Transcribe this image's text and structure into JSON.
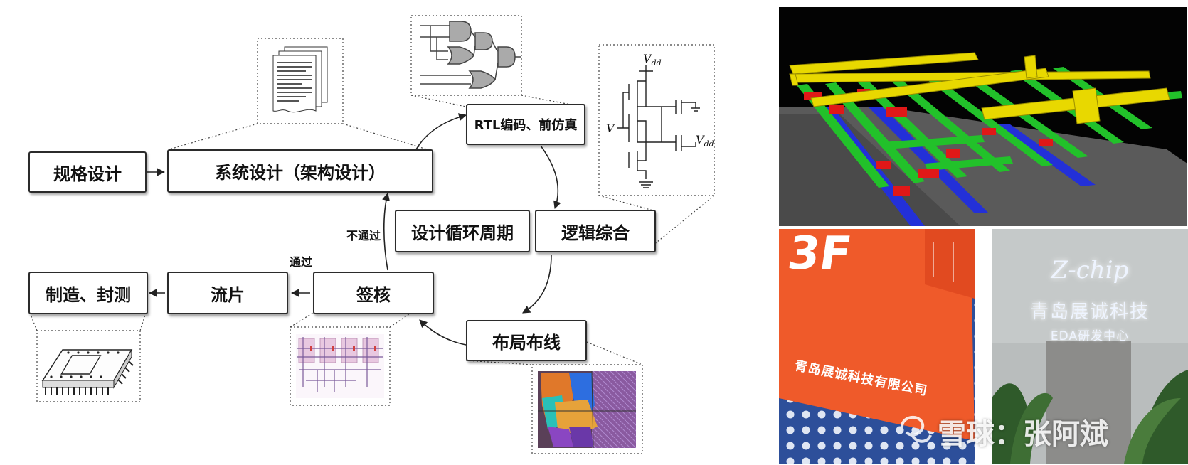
{
  "flow": {
    "spec": "规格设计",
    "system": "系统设计（架构设计）",
    "rtl": "RTL编码、前仿真",
    "cycle": "设计循环周期",
    "synthesis": "逻辑综合",
    "signoff": "签核",
    "tapeout": "流片",
    "manufacture": "制造、封测",
    "layout": "布局布线",
    "fail_label": "不通过",
    "pass_label": "通过"
  },
  "schematic": {
    "vdd_top": "V",
    "vdd_top_sub": "dd",
    "vdd_right": "V",
    "vdd_right_sub": "dd",
    "vin": "V"
  },
  "photos": {
    "sign_floor": "3F",
    "sign_company": "青岛展诚科技有限公司",
    "lobby_brand": "Z-chip",
    "lobby_company": "青岛展诚科技",
    "lobby_dept": "EDA研发中心"
  },
  "watermark": "雪球：张阿斌",
  "colors": {
    "box_border": "#2b2b2b",
    "rail_yellow": "#e8d800",
    "wire_green": "#22c12a",
    "wire_red": "#e01818",
    "wire_blue": "#2330d8",
    "sign_orange": "#ef5a2a",
    "sign_blue": "#2d4f9a"
  }
}
